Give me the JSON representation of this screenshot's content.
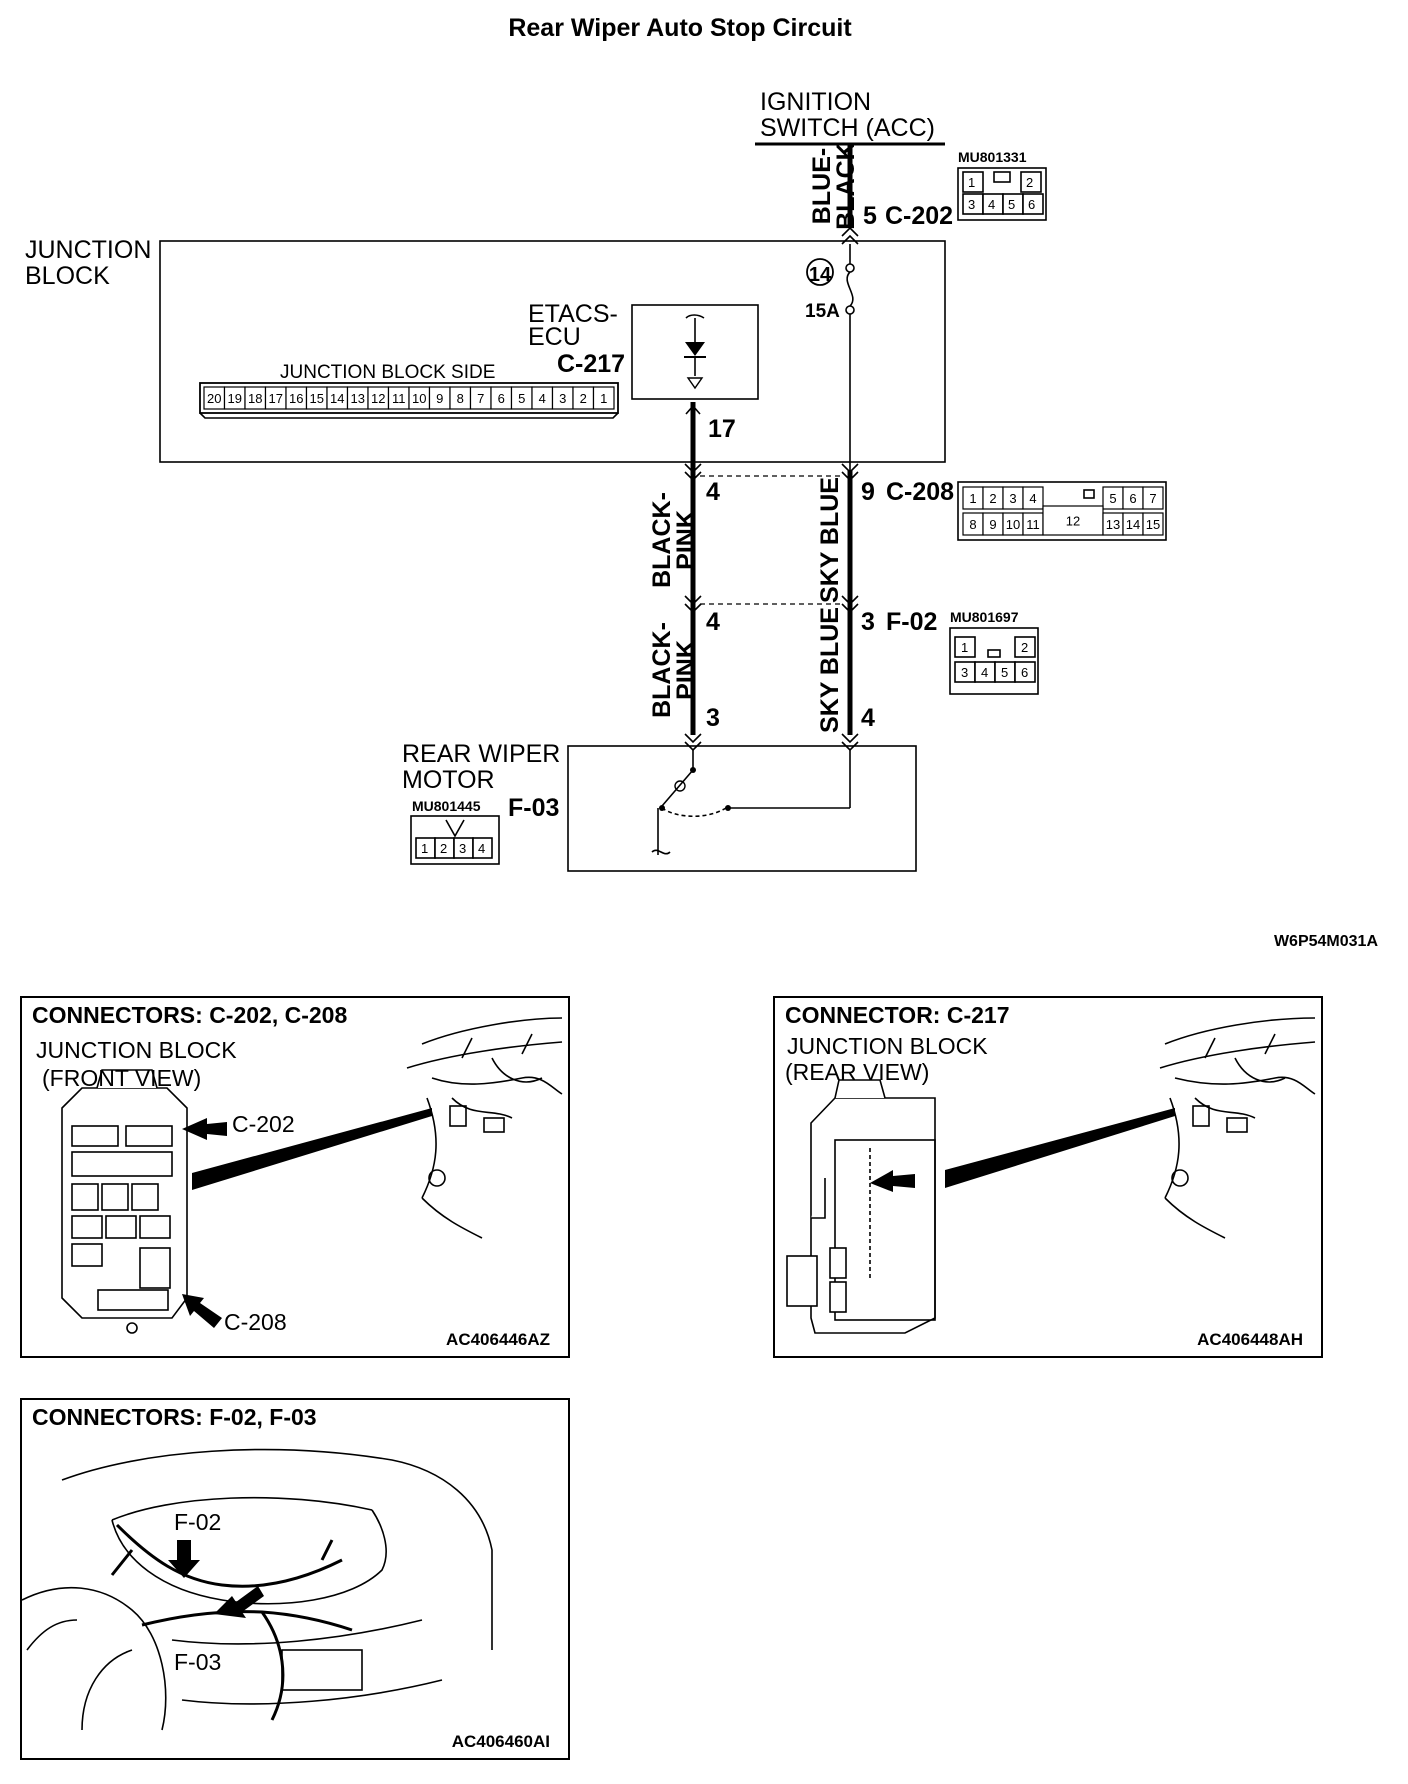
{
  "title": "Rear Wiper Auto Stop Circuit",
  "diagram": {
    "ignition_switch": [
      "IGNITION",
      "SWITCH (ACC)"
    ],
    "wire_top_color": [
      "BLUE-",
      "BLACK"
    ],
    "c202": {
      "pin": "5",
      "name": "C-202",
      "part": "MU801331",
      "pins": [
        "1",
        "2",
        "3",
        "4",
        "5",
        "6"
      ]
    },
    "junction_block": [
      "JUNCTION",
      "BLOCK"
    ],
    "fuse": {
      "number": "14",
      "rating": "15A"
    },
    "etacs": {
      "label": [
        "ETACS-",
        "ECU"
      ],
      "connector": "C-217",
      "pin": "17"
    },
    "junction_block_side": {
      "label": "JUNCTION BLOCK SIDE",
      "pins": [
        "20",
        "19",
        "18",
        "17",
        "16",
        "15",
        "14",
        "13",
        "12",
        "11",
        "10",
        "9",
        "8",
        "7",
        "6",
        "5",
        "4",
        "3",
        "2",
        "1"
      ]
    },
    "c208": {
      "pin_left": "4",
      "pin_right": "9",
      "name": "C-208",
      "pins": [
        "1",
        "2",
        "3",
        "4",
        "5",
        "6",
        "7",
        "8",
        "9",
        "10",
        "11",
        "12",
        "13",
        "14",
        "15"
      ]
    },
    "wire_left_color": [
      "BLACK-",
      "PINK"
    ],
    "wire_right_color": "SKY BLUE",
    "f02": {
      "pin_left": "4",
      "pin_right": "3",
      "name": "F-02",
      "part": "MU801697",
      "pins": [
        "1",
        "2",
        "3",
        "4",
        "5",
        "6"
      ]
    },
    "motor": {
      "label": [
        "REAR WIPER",
        "MOTOR"
      ],
      "name": "F-03",
      "part": "MU801445",
      "pin_left": "3",
      "pin_right": "4",
      "pins": [
        "1",
        "2",
        "3",
        "4"
      ]
    },
    "figure_code": "W6P54M031A"
  },
  "panels": {
    "c202_c208": {
      "title": "CONNECTORS: C-202, C-208",
      "subtitle": [
        "JUNCTION BLOCK",
        "(FRONT VIEW)"
      ],
      "callout_top": "C-202",
      "callout_bottom": "C-208",
      "code": "AC406446AZ"
    },
    "c217": {
      "title": "CONNECTOR: C-217",
      "subtitle": [
        "JUNCTION BLOCK",
        "(REAR VIEW)"
      ],
      "code": "AC406448AH"
    },
    "f02_f03": {
      "title": "CONNECTORS: F-02, F-03",
      "callout_top": "F-02",
      "callout_bottom": "F-03",
      "code": "AC406460AI"
    }
  }
}
